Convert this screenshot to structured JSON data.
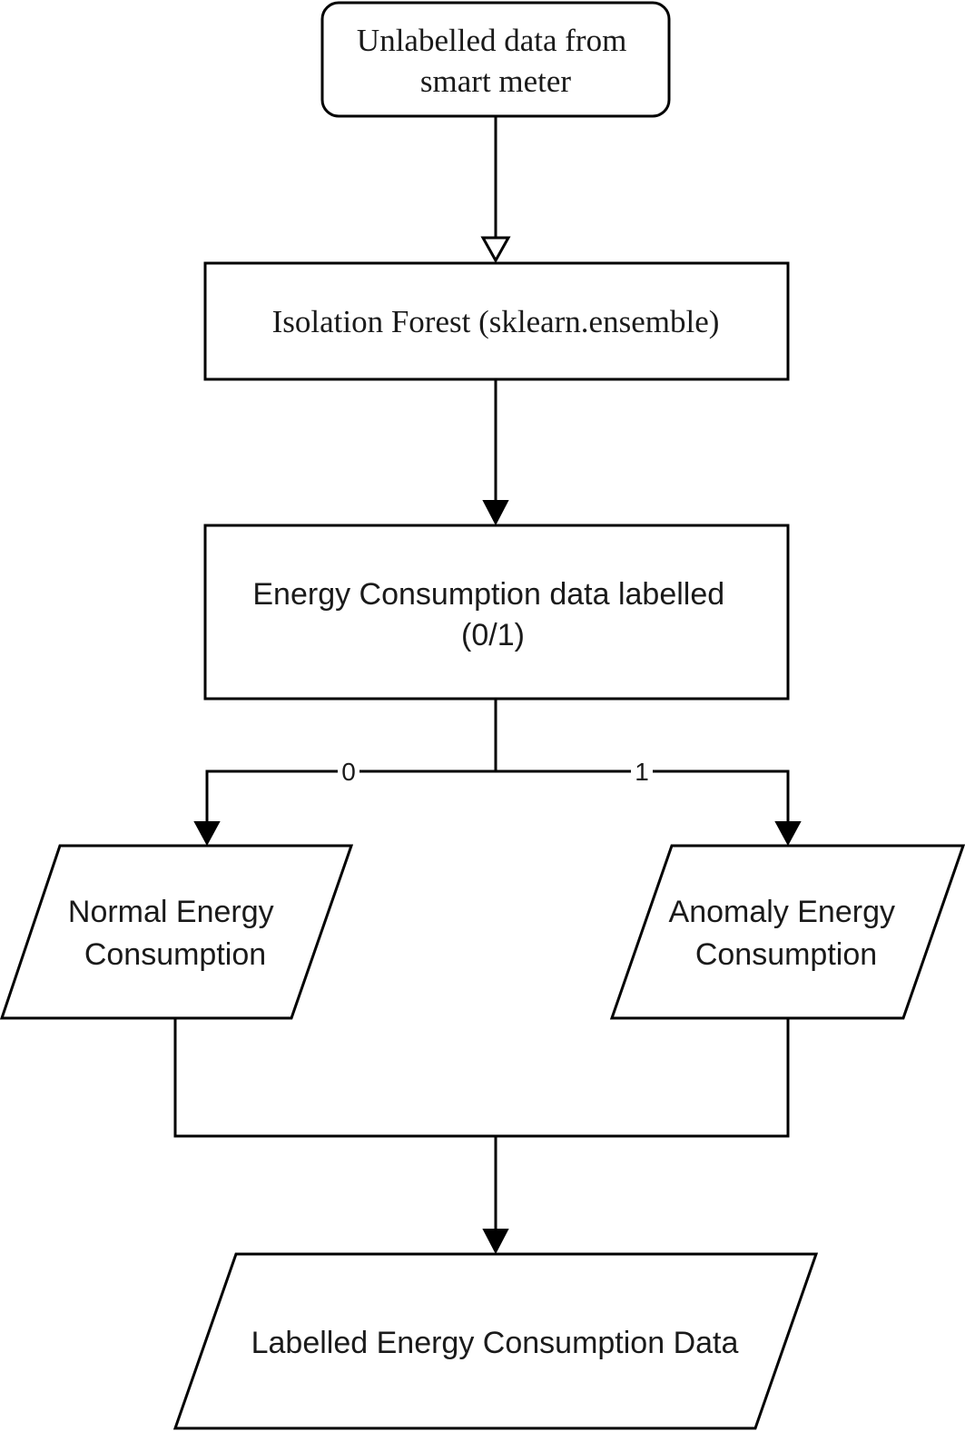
{
  "nodes": {
    "source": {
      "lines": [
        "Unlabelled data from",
        "smart meter"
      ]
    },
    "model": {
      "lines": [
        "Isolation Forest (sklearn.ensemble)"
      ]
    },
    "labelled": {
      "lines": [
        "Energy Consumption data labelled",
        "(0/1)"
      ]
    },
    "normal": {
      "lines": [
        "Normal Energy",
        "Consumption"
      ]
    },
    "anomaly": {
      "lines": [
        "Anomaly Energy",
        "Consumption"
      ]
    },
    "output": {
      "lines": [
        "Labelled Energy Consumption Data"
      ]
    }
  },
  "edges": {
    "to_normal_label": "0",
    "to_anomaly_label": "1"
  }
}
